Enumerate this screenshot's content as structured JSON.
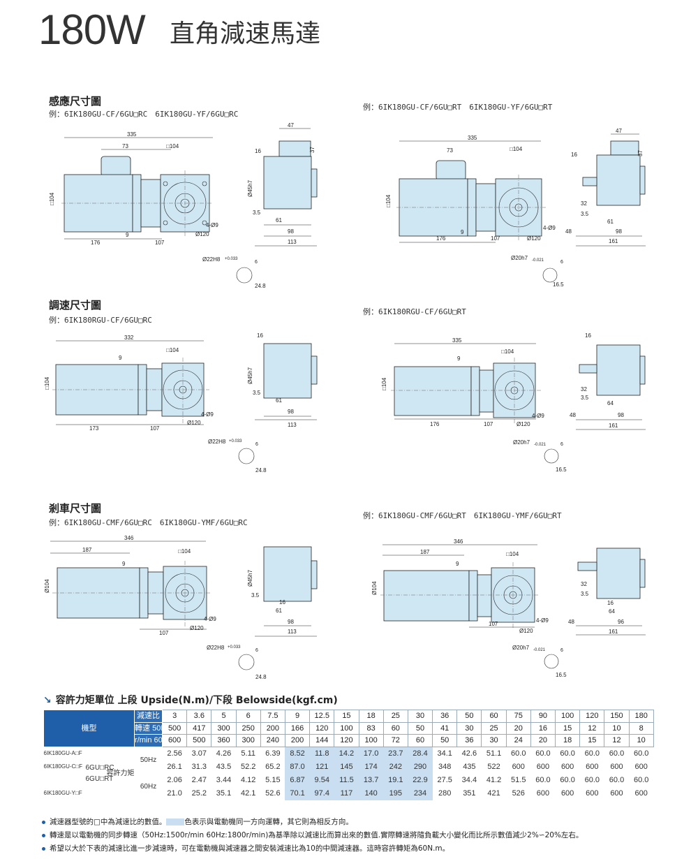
{
  "title": {
    "model": "180W",
    "name": "直角減速馬達"
  },
  "sections": {
    "sensing": {
      "title": "感應尺寸圖",
      "example_left": "例：6IK180GU-CF/6GU□RC　6IK180GU-YF/6GU□RC",
      "example_right": "例：6IK180GU-CF/6GU□RT　6IK180GU-YF/6GU□RT"
    },
    "speed": {
      "title": "調速尺寸圖",
      "example_left": "例：6IK180RGU-CF/6GU□RC",
      "example_right": "例：6IK180RGU-CF/6GU□RT"
    },
    "brake": {
      "title": "剎車尺寸圖",
      "example_left": "例：6IK180GU-CMF/6GU□RC　6IK180GU-YMF/6GU□RC",
      "example_right": "例：6IK180GU-CMF/6GU□RT　6IK180GU-YMF/6GU□RT"
    }
  },
  "dims": {
    "d335": "335",
    "d332": "332",
    "d346": "346",
    "d187": "187",
    "d73": "73",
    "d9": "9",
    "sq104": "□104",
    "d104": "□104",
    "phi104": "Ø104",
    "d176": "176",
    "d173": "173",
    "d107": "107",
    "phi120": "Ø120",
    "holes": "4-Ø9",
    "d47": "47",
    "d16": "16",
    "d37": "37",
    "d35": "3.5",
    "d61": "61",
    "d64": "64",
    "d98": "98",
    "d96": "96",
    "d113": "113",
    "d161": "161",
    "d48": "48",
    "d32": "32",
    "shaft_rc": "Ø22H8",
    "tol_rc": "+0.033",
    "key6": "6",
    "d248": "24.8",
    "shaft_rt": "Ø20h7",
    "tol_rt": "-0.021",
    "d165": "16.5",
    "pilot": "Ø45h7"
  },
  "torque": {
    "heading": "容許力矩單位 上段 Upside(N.m)/下段 Belowside(kgf.cm)",
    "model_label": "機型",
    "ratio_label": "減速比",
    "speed_label": "轉速",
    "unit_label": "r/min",
    "hz50": "50Hz",
    "hz60": "60Hz",
    "torque_label": "容許力矩",
    "models": [
      "6IK180GU-A□F",
      "6IK180GU-C□F",
      "6IK180GU-Y□F"
    ],
    "gear_models": [
      "6GU□RC",
      "6GU□RT"
    ],
    "ratios": [
      "3",
      "3.6",
      "5",
      "6",
      "7.5",
      "9",
      "12.5",
      "15",
      "18",
      "25",
      "30",
      "36",
      "50",
      "60",
      "75",
      "90",
      "100",
      "120",
      "150",
      "180"
    ],
    "speed50": [
      "500",
      "417",
      "300",
      "250",
      "200",
      "166",
      "120",
      "100",
      "83",
      "60",
      "50",
      "41",
      "30",
      "25",
      "20",
      "16",
      "15",
      "12",
      "10",
      "8"
    ],
    "speed60": [
      "600",
      "500",
      "360",
      "300",
      "240",
      "200",
      "144",
      "120",
      "100",
      "72",
      "60",
      "50",
      "36",
      "30",
      "24",
      "20",
      "18",
      "15",
      "12",
      "10"
    ],
    "t50_nm": [
      "2.56",
      "3.07",
      "4.26",
      "5.11",
      "6.39",
      "8.52",
      "11.8",
      "14.2",
      "17.0",
      "23.7",
      "28.4",
      "34.1",
      "42.6",
      "51.1",
      "60.0",
      "60.0",
      "60.0",
      "60.0",
      "60.0",
      "60.0"
    ],
    "t50_kgf": [
      "26.1",
      "31.3",
      "43.5",
      "52.2",
      "65.2",
      "87.0",
      "121",
      "145",
      "174",
      "242",
      "290",
      "348",
      "435",
      "522",
      "600",
      "600",
      "600",
      "600",
      "600",
      "600"
    ],
    "t60_nm": [
      "2.06",
      "2.47",
      "3.44",
      "4.12",
      "5.15",
      "6.87",
      "9.54",
      "11.5",
      "13.7",
      "19.1",
      "22.9",
      "27.5",
      "34.4",
      "41.2",
      "51.5",
      "60.0",
      "60.0",
      "60.0",
      "60.0",
      "60.0"
    ],
    "t60_kgf": [
      "21.0",
      "25.2",
      "35.1",
      "42.1",
      "52.6",
      "70.1",
      "97.4",
      "117",
      "140",
      "195",
      "234",
      "280",
      "351",
      "421",
      "526",
      "600",
      "600",
      "600",
      "600",
      "600"
    ]
  },
  "notes": {
    "n1a": "減速器型號的□中為減速比的數值。",
    "n1b": "色表示與電動機同一方向運轉，其它則為相反方向。",
    "n2": "轉速是以電動機的同步轉速（50Hz:1500r/min 60Hz:1800r/min)為基準除以減速比而算出來的數值.實際轉速將隨負載大小變化而比所示數值減少2%∽20%左右。",
    "n3": "希望以大於下表的減速比進一步減速時，可在電動機與減速器之間安裝減速比為10的中間減速器。這時容許轉矩為60N.m。"
  },
  "colors": {
    "accent": "#1f5ea8",
    "motor_fill": "#cfe6f3",
    "highlight": "#c9def0"
  }
}
